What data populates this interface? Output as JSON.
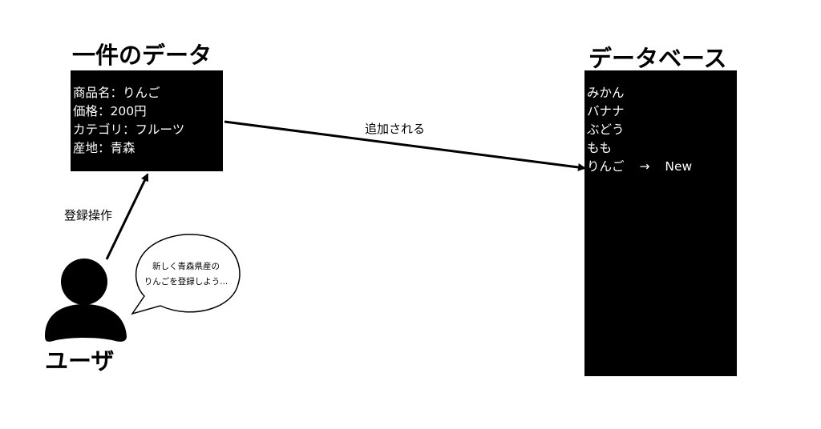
{
  "record": {
    "title": "一件のデータ",
    "fields": [
      "商品名：りんご",
      "価格：200円",
      "カテゴリ：フルーツ",
      "産地：青森"
    ]
  },
  "database": {
    "title": "データベース",
    "items": [
      "みかん",
      "バナナ",
      "ぶどう",
      "もも"
    ],
    "new_item": "りんご",
    "new_arrow": "→",
    "new_label": "New"
  },
  "edges": {
    "add_label": "追加される",
    "register_label": "登録操作"
  },
  "user": {
    "label": "ユーザ",
    "speech_line1": "新しく青森県産の",
    "speech_line2": "りんごを登録しよう..."
  }
}
